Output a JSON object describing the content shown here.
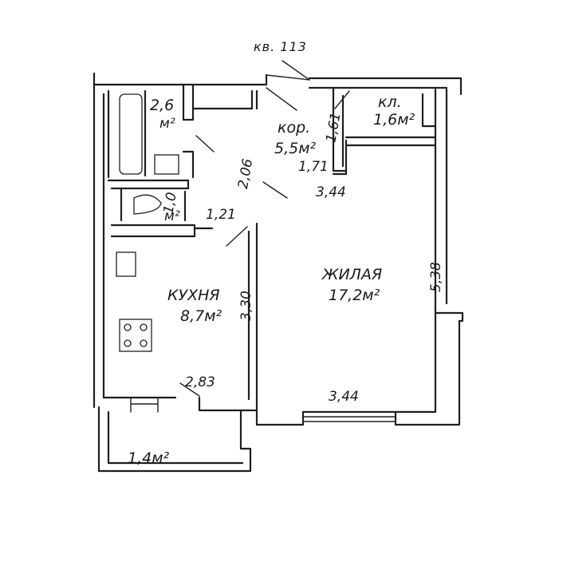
{
  "apartment": {
    "label": "кв. 113"
  },
  "rooms": {
    "living": {
      "name": "ЖИЛАЯ",
      "area": "17,2м²"
    },
    "kitchen": {
      "name": "КУХНЯ",
      "area": "8,7м²"
    },
    "corridor": {
      "name": "кор.",
      "area": "5,5м²"
    },
    "closet": {
      "name": "кл.",
      "area": "1,6м²"
    },
    "bathroom": {
      "area": "2,6",
      "unit": "м²"
    },
    "toilet": {
      "area": "1,0",
      "unit": "м²"
    },
    "balcony": {
      "area": "1,4м²"
    }
  },
  "dimensions": {
    "living_width_top": "3,44",
    "living_width_bottom": "3,44",
    "living_height": "5,38",
    "kitchen_height": "3,30",
    "kitchen_width": "2,83",
    "corridor_width": "2,06",
    "corridor_depth": "1,71",
    "closet_width": "1,61",
    "toilet_door": "1,21"
  }
}
